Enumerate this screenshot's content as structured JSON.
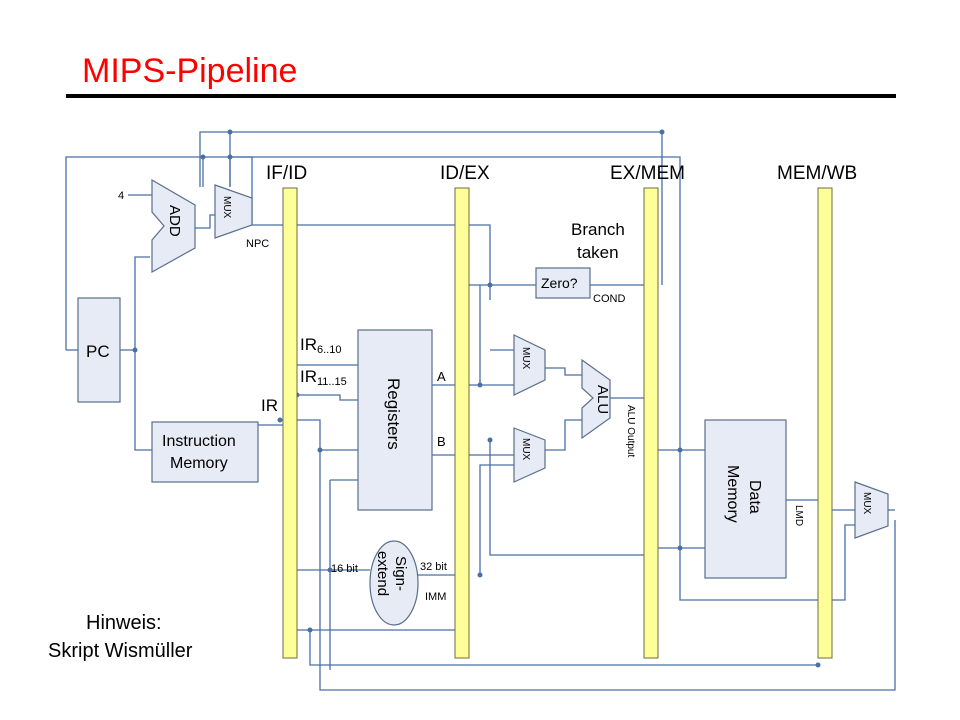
{
  "title": "MIPS-Pipeline",
  "stages": {
    "if_id": "IF/ID",
    "id_ex": "ID/EX",
    "ex_mem": "EX/MEM",
    "mem_wb": "MEM/WB"
  },
  "blocks": {
    "pc": "PC",
    "add": "ADD",
    "mux": "MUX",
    "instr_mem_line1": "Instruction",
    "instr_mem_line2": "Memory",
    "registers": "Registers",
    "zero": "Zero?",
    "alu": "ALU",
    "data_mem_line1": "Data",
    "data_mem_line2": "Memory",
    "sign_ext_line1": "Sign-",
    "sign_ext_line2": "extend",
    "branch_line1": "Branch",
    "branch_line2": "taken"
  },
  "labels": {
    "four": "4",
    "npc": "NPC",
    "ir": "IR",
    "ir_a_main": "IR",
    "ir_a_sub": "6..10",
    "ir_b_main": "IR",
    "ir_b_sub": "11..15",
    "a": "A",
    "b": "B",
    "cond": "COND",
    "alu_output": "ALU Output",
    "lmd": "LMD",
    "imm": "IMM",
    "bit16": "16 bit",
    "bit32": "32 bit"
  },
  "note": {
    "line1": "Hinweis:",
    "line2": "Skript Wismüller"
  },
  "colors": {
    "title": "#ff0000",
    "latch": "#ffff99",
    "block": "#e6ebf5",
    "wire": "#4a6fa5"
  }
}
